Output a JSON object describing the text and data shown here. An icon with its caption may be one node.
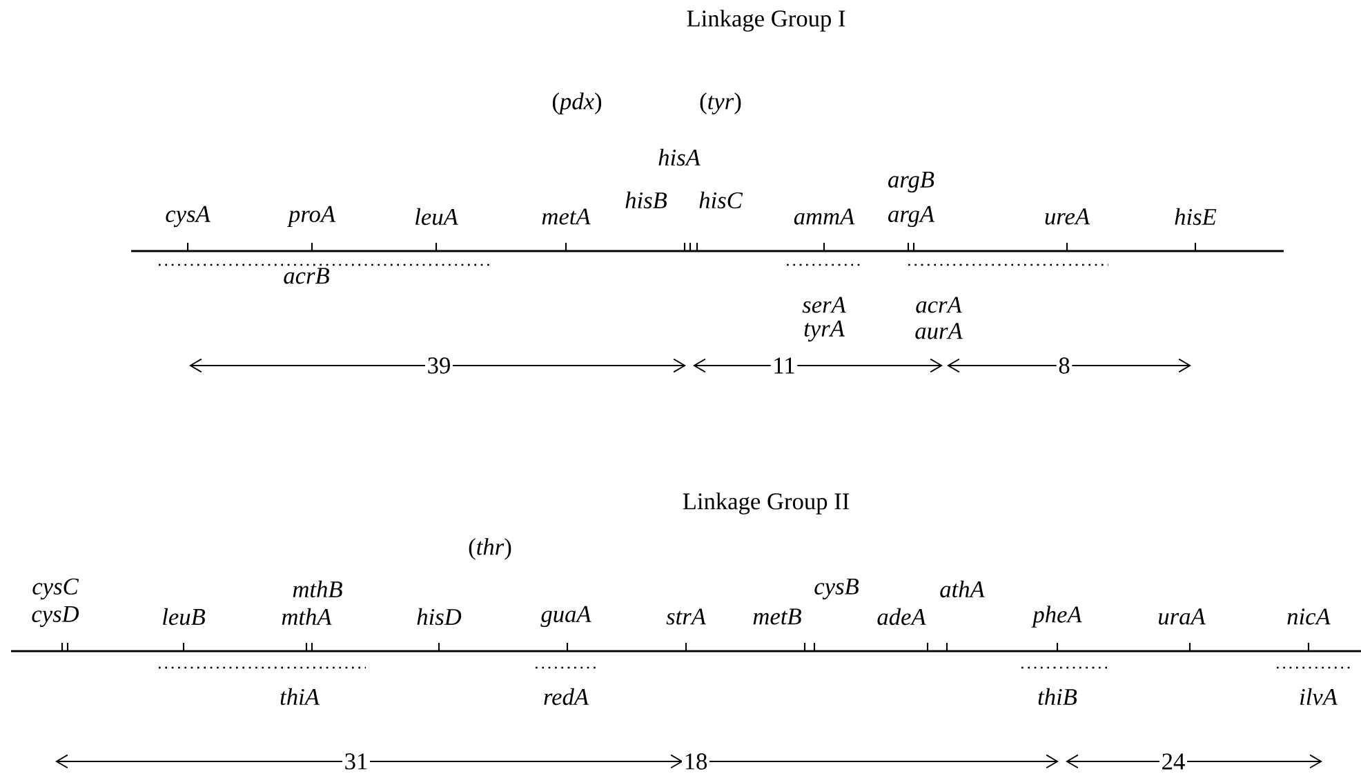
{
  "diagram": {
    "labels": [
      "Linkage Group I",
      "(*pdx*)",
      "(*tyr*)",
      "hisA",
      "argB",
      "cysA",
      "proA",
      "leuA",
      "metA",
      "hisB",
      "hisC",
      "ammA",
      "argA",
      "ureA",
      "hisE",
      "acrB",
      "serA",
      "acrA",
      "tyrA",
      "aurA",
      "39",
      "11",
      "8",
      "Linkage Group II",
      "(*thr*)",
      "cysC",
      "mthB",
      "cysB",
      "athA",
      "cysD",
      "leuB",
      "mthA",
      "hisD",
      "guaA",
      "strA",
      "metB",
      "adeA",
      "pheA",
      "uraA",
      "nicA",
      "thiA",
      "redA",
      "thiB",
      "ilvA",
      "31",
      "18",
      "24"
    ]
  }
}
